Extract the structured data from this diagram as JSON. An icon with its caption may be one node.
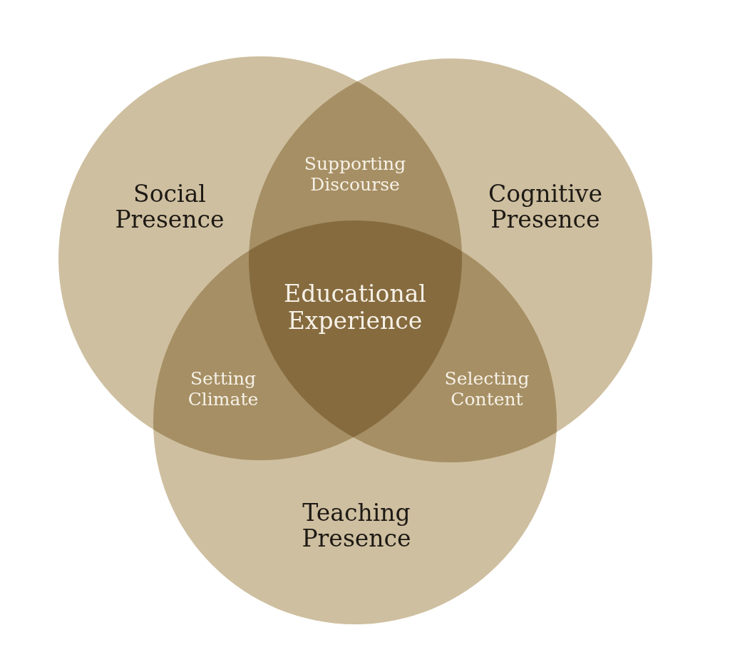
{
  "diagram": {
    "nodes": [
      {
        "text": [
          "Social Presence"
        ]
      },
      {
        "text": [
          "Cognitive Presence"
        ]
      },
      {
        "text": [
          "Teaching Presence"
        ]
      },
      {
        "text": [
          "Supporting Discourse"
        ]
      },
      {
        "text": [
          "Educational Experience"
        ]
      },
      {
        "text": [
          "Setting Climate"
        ]
      },
      {
        "text": [
          "Selecting Content"
        ]
      }
    ]
  }
}
